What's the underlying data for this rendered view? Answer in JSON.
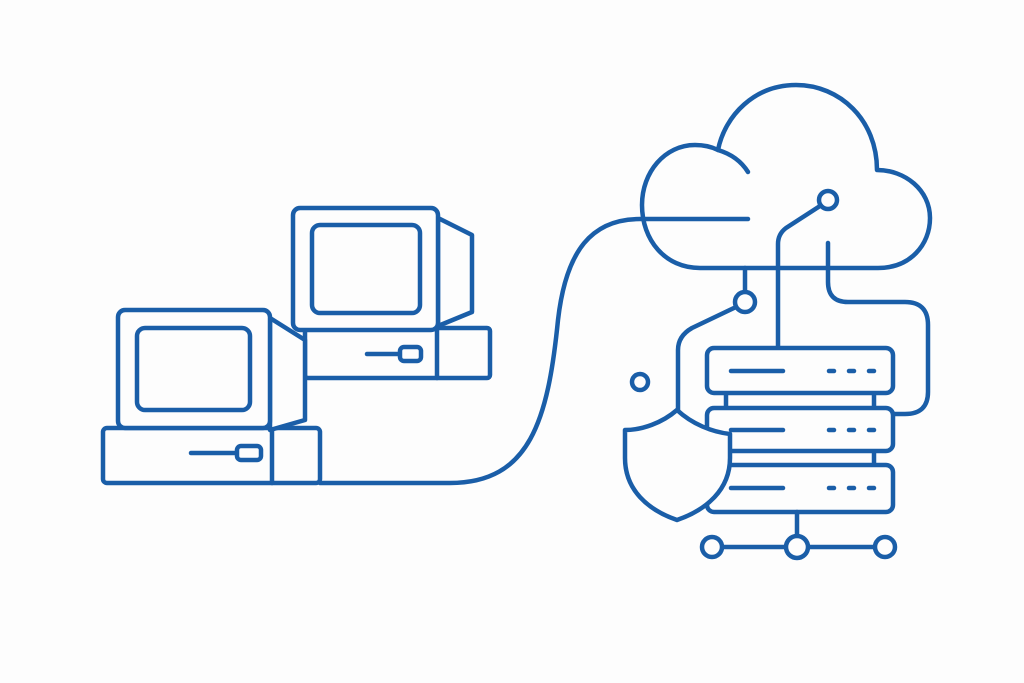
{
  "illustration": {
    "subject": [
      "computers",
      "cloud",
      "servers",
      "shield",
      "network"
    ],
    "colors": {
      "line": "#1a5ea8",
      "accent": "#f0b429",
      "background": "#fdfdfd"
    }
  }
}
